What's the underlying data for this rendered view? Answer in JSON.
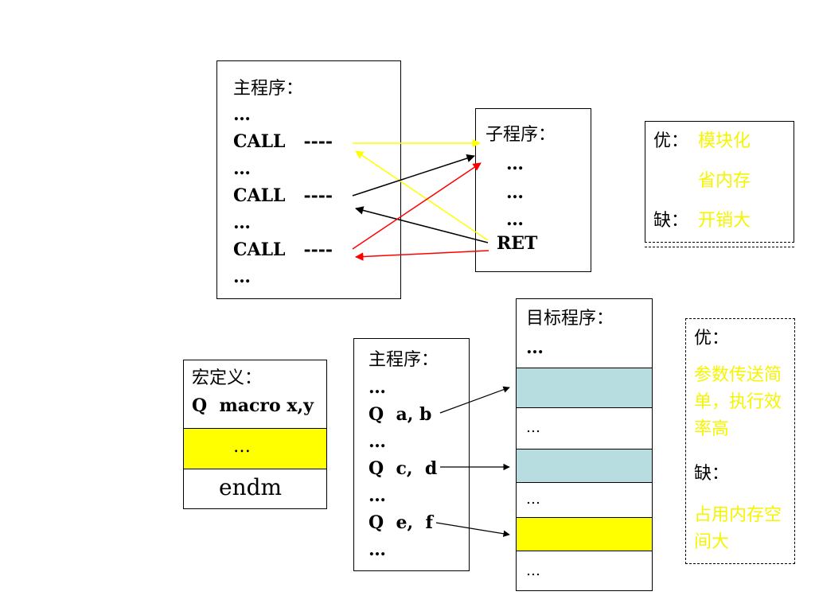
{
  "subroutine_section": {
    "main_program": {
      "title": "主程序：",
      "lines": [
        "…",
        "CALL   ----",
        "…",
        "CALL   ----",
        "…",
        "CALL   ----",
        "…"
      ]
    },
    "subprogram": {
      "title": "子程序：",
      "lines": [
        "…",
        "…",
        "…"
      ],
      "ret": "RET"
    },
    "pros_cons": {
      "pro_label": "优：",
      "pro_values": [
        "模块化",
        "省内存"
      ],
      "con_label": "缺：",
      "con_value": "开销大"
    }
  },
  "macro_section": {
    "macro_def": {
      "title": "宏定义：",
      "header": "Q  macro x,y",
      "body": "…",
      "end": "endm"
    },
    "main_program": {
      "title": "主程序：",
      "lines": [
        "…",
        "Q  a, b",
        "…",
        "Q  c,  d",
        "…",
        "Q  e,  f",
        "…"
      ]
    },
    "target_program": {
      "title": "目标程序：",
      "first_line": "…",
      "rows": [
        "",
        "…",
        "",
        "…",
        "",
        "…"
      ]
    },
    "pros_cons": {
      "pro_label": "优：",
      "pro_value": "参数传送简单，执行效率高",
      "con_label": "缺：",
      "con_value": "占用内存空间大"
    }
  },
  "colors": {
    "yellow_text": "#f5f500",
    "yellow_fill": "#ffff00",
    "blue_fill": "#b7dde0",
    "call_arrow_1": "#ffff00",
    "call_arrow_2": "#000000",
    "call_arrow_3": "#ff0000"
  }
}
